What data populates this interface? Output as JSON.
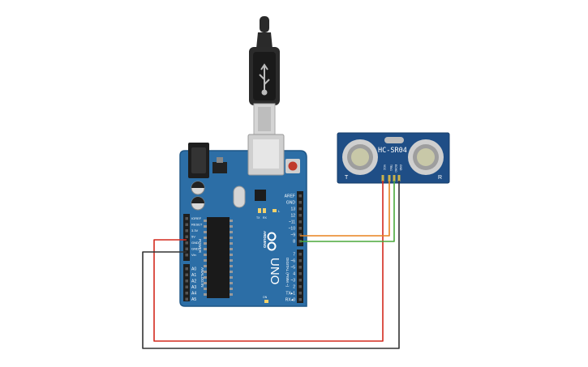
{
  "arduino": {
    "brand": "ARDUINO",
    "model": "UNO",
    "power_label": "POWER",
    "analog_label": "ANALOG IN",
    "digital_label": "DIGITAL (PWM ~)",
    "on_label": "ON",
    "tx_label": "TX",
    "rx_label": "RX",
    "l_label": "L",
    "power_pins": [
      "IOREF",
      "RESET",
      "3.3V",
      "5V",
      "GND",
      "GND",
      "Vin"
    ],
    "analog_pins": [
      "A0",
      "A1",
      "A2",
      "A3",
      "A4",
      "A5"
    ],
    "digital_pins_top": [
      "AREF",
      "GND",
      "13",
      "12",
      "~11",
      "~10",
      "~9",
      "8"
    ],
    "digital_pins_bottom": [
      "7",
      "~6",
      "~5",
      "4",
      "~3",
      "2",
      "TX▸1",
      "RX◂0"
    ]
  },
  "sensor": {
    "model": "HC-SR04",
    "left_mark": "T",
    "right_mark": "R",
    "pins": [
      "VCC",
      "TRIG",
      "ECHO",
      "GND"
    ]
  },
  "wires": {
    "red": "#d42a1e",
    "black": "#333333",
    "orange": "#e8821e",
    "green": "#4aa83a"
  },
  "colors": {
    "board": "#2c6ea6",
    "board_dark": "#1f5686",
    "sensor_board": "#1f4e86"
  }
}
